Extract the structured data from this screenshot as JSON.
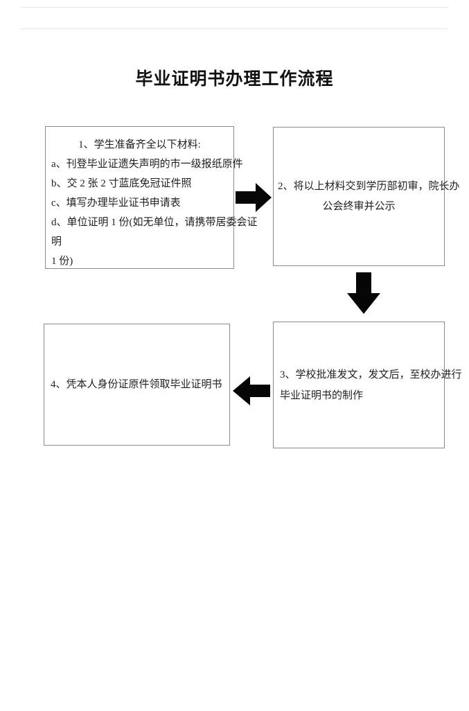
{
  "title": "毕业证明书办理工作流程",
  "colors": {
    "background": "#ffffff",
    "box_border": "#8a8a8a",
    "arrow": "#050505",
    "text": "#1f1f1f"
  },
  "box1": {
    "lines": [
      "1、学生准备齐全以下材料:",
      "a、刊登毕业证遗失声明的市一级报纸原件",
      "b、交 2 张 2 寸蓝底免冠证件照",
      "c、填写办理毕业证书申请表",
      "d、单位证明 1 份(如无单位，请携带居委会证",
      "明",
      "1 份)"
    ]
  },
  "box2": {
    "lines": [
      "2、将以上材料交到学历部初审，院长办",
      "公会终审并公示"
    ]
  },
  "box3": {
    "lines": [
      "3、学校批准发文，发文后，至校办进行",
      "毕业证明书的制作"
    ]
  },
  "box4": {
    "lines": [
      "4、凭本人身份证原件领取毕业证明书"
    ]
  },
  "arrows": {
    "step1_to_step2": "right",
    "step2_to_step3": "down",
    "step3_to_step4": "left"
  }
}
